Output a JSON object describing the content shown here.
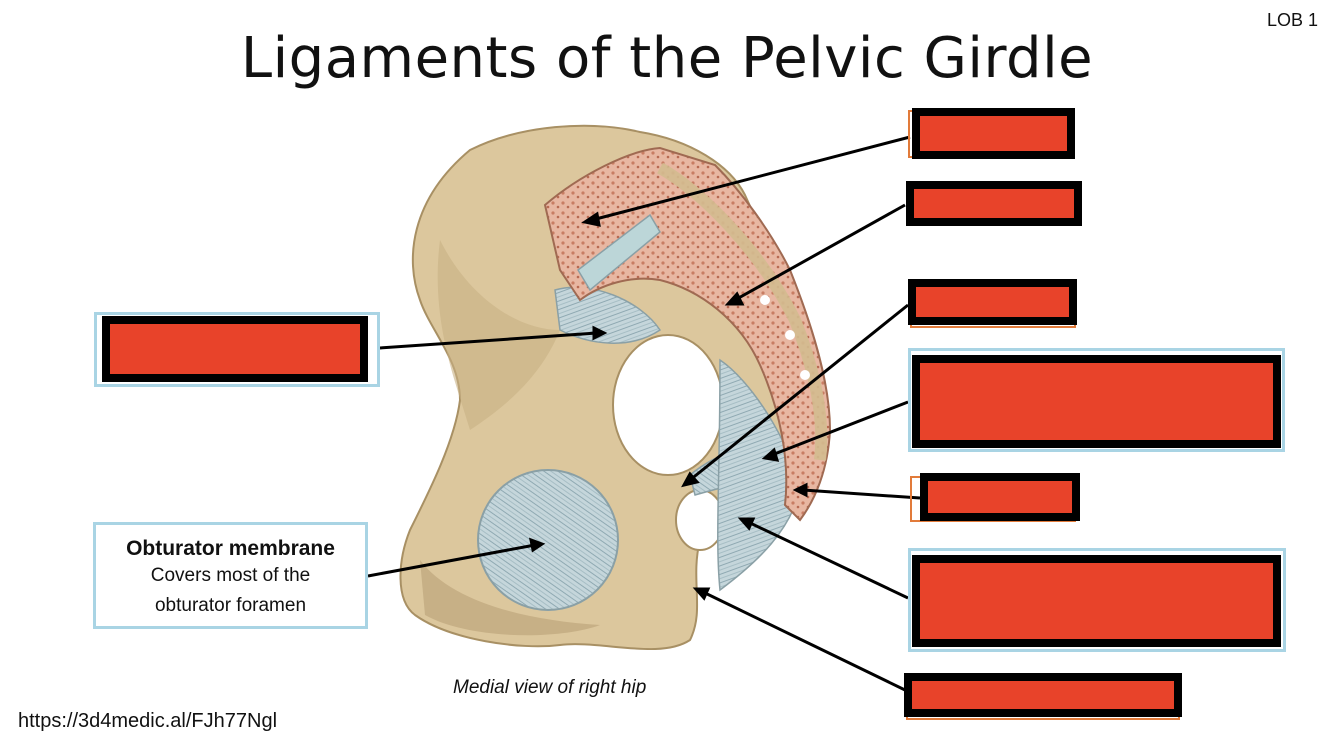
{
  "slide": {
    "lob_label": "LOB 1",
    "title": "Ligaments of the Pelvic Girdle",
    "caption": "Medial view of right hip",
    "source_url": "https://3d4medic.al/FJh77Ngl"
  },
  "labels": {
    "obturator_membrane": {
      "title": "Obturator membrane",
      "lines": [
        "Covers most of the",
        "obturator foramen"
      ]
    },
    "hidden_count_note": ""
  },
  "colors": {
    "label_fill": "#e8432a",
    "label_border": "#000000",
    "frame_blue": "#a9d4e4",
    "frame_orange": "#e27b3a",
    "bone": "#dcc79d",
    "ligament": "#b9cdd2",
    "cancellous": "#d9a08a"
  }
}
